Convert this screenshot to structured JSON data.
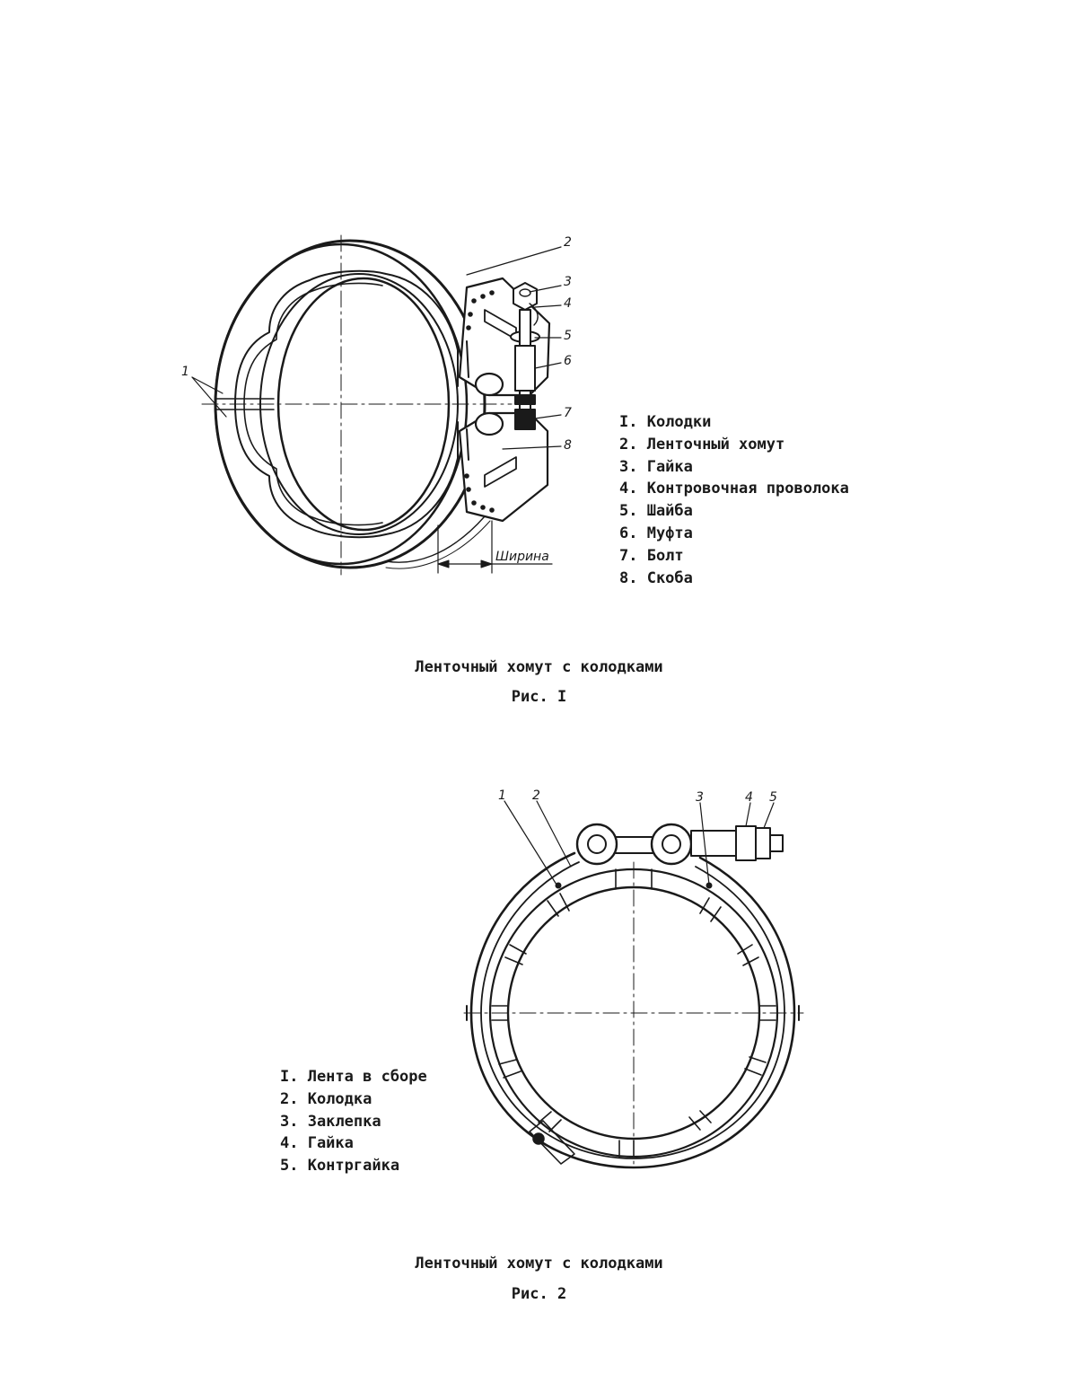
{
  "figure1": {
    "callouts": [
      "1",
      "2",
      "3",
      "4",
      "5",
      "6",
      "7",
      "8"
    ],
    "width_label": "Ширина",
    "legend": [
      "I. Колодки",
      "2. Ленточный хомут",
      "3. Гайка",
      "4. Контровочная проволока",
      "5. Шайба",
      "6. Муфта",
      "7. Болт",
      "8. Скоба"
    ],
    "caption": "Ленточный хомут с колодками",
    "fig_no": "Рис. I"
  },
  "figure2": {
    "callouts": [
      "1",
      "2",
      "3",
      "4",
      "5"
    ],
    "legend": [
      "I. Лента в сборе",
      "2. Колодка",
      "3. Заклепка",
      "4. Гайка",
      "5. Контргайка"
    ],
    "caption": "Ленточный хомут с колодками",
    "fig_no": "Рис. 2"
  }
}
